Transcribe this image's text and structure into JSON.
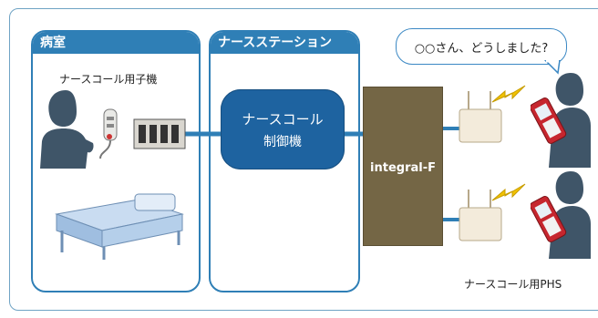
{
  "panels": {
    "ward": "病室",
    "station": "ナースステーション"
  },
  "labels": {
    "handset": "ナースコール用子機",
    "controller_line1": "ナースコール",
    "controller_line2": "制御機",
    "integral": "integral-F",
    "speech": "○○さん、どうしました?",
    "phs": "ナースコール用PHS"
  },
  "colors": {
    "panel_blue": "#2f7fb6",
    "controller_blue": "#1e63a0",
    "integral_brown": "#746645",
    "link_blue": "#2f7fb6",
    "lightning": "#f2c200"
  }
}
